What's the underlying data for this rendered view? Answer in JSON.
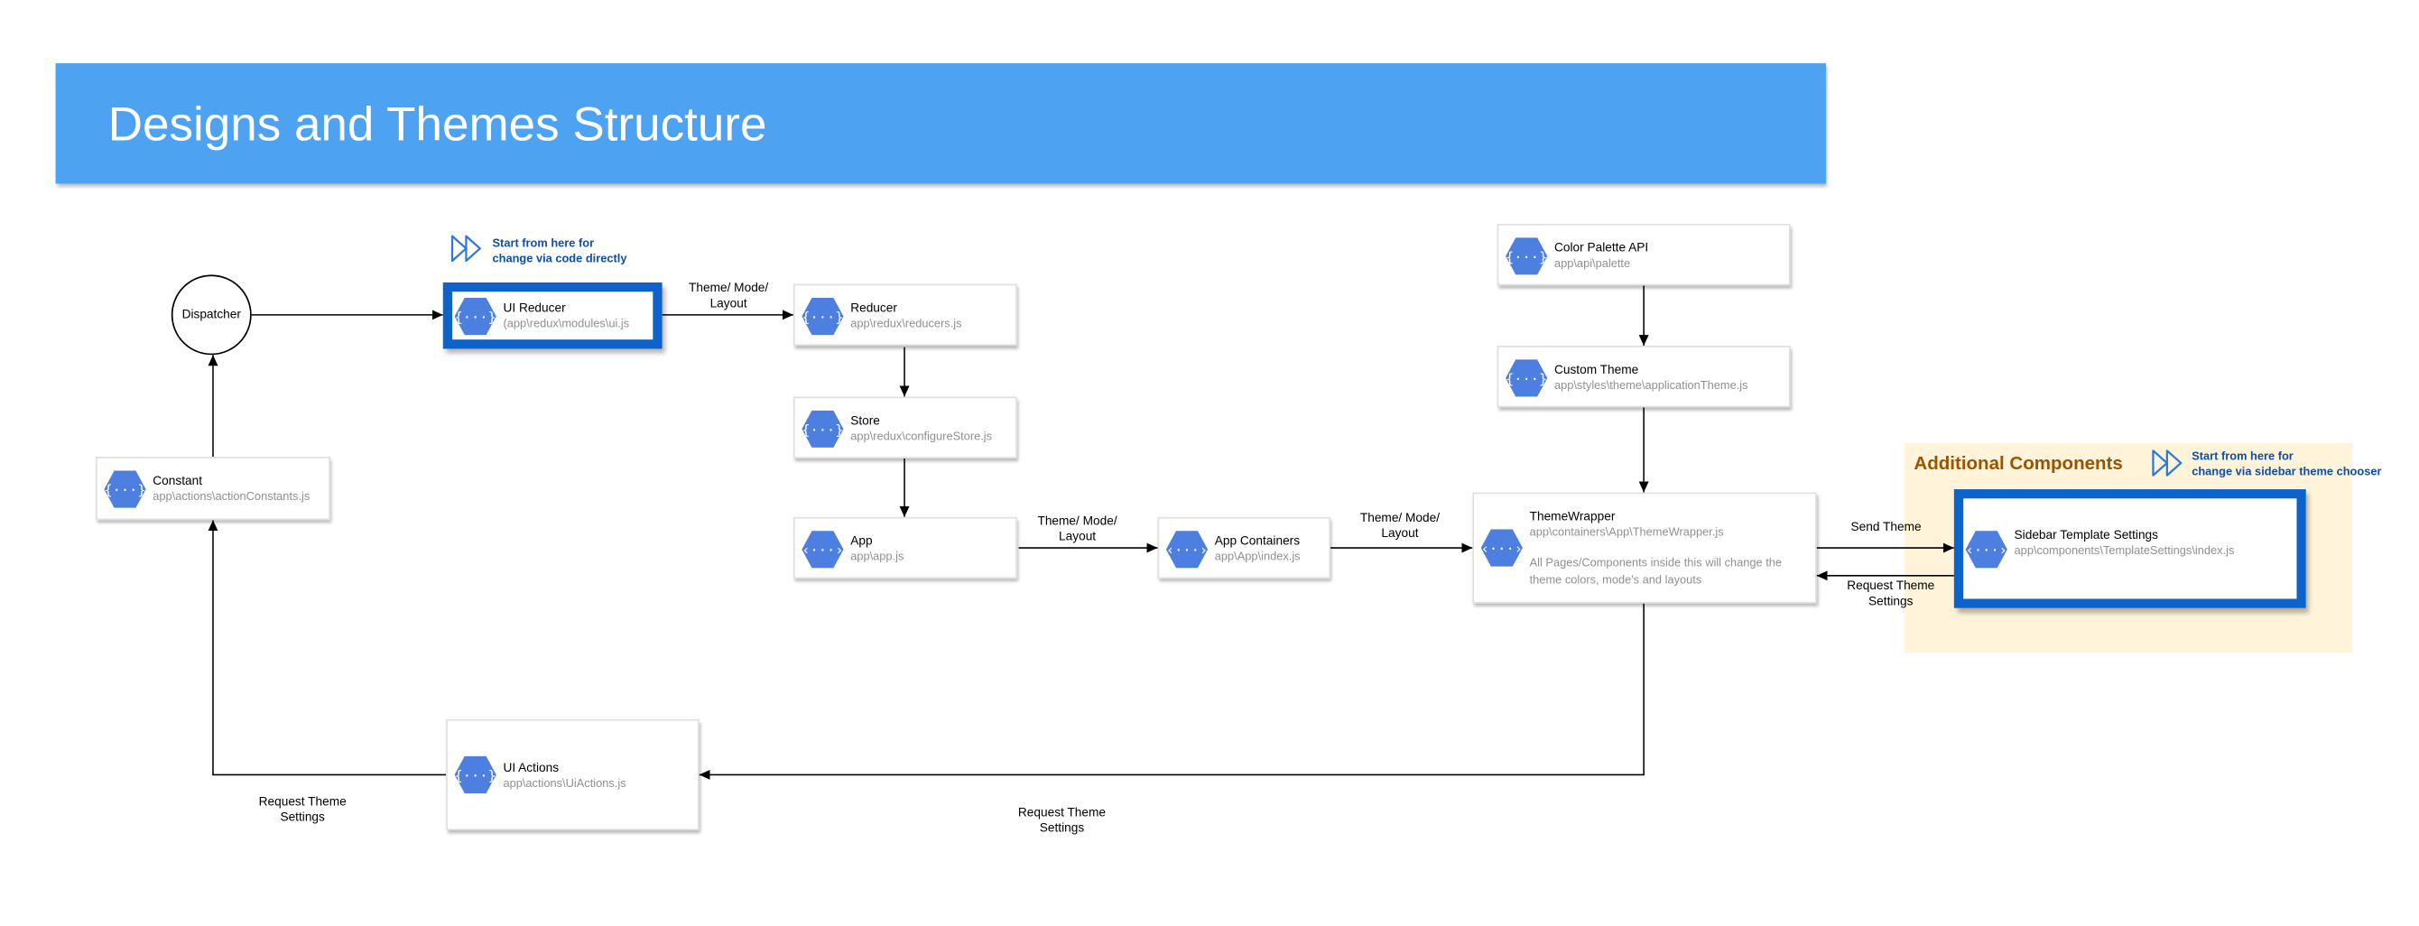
{
  "banner": {
    "title": "Designs and Themes Structure"
  },
  "additional_components": {
    "title": "Additional Components"
  },
  "dispatcher": {
    "label": "Dispatcher"
  },
  "callouts": {
    "code": {
      "line1": "Start from here for",
      "line2": "change via code directly"
    },
    "sidebar": {
      "line1": "Start from here for",
      "line2": "change via sidebar theme chooser"
    }
  },
  "nodes": {
    "ui_reducer": {
      "name": "UI Reducer",
      "path": "(app\\redux\\modules\\ui.js"
    },
    "reducer": {
      "name": "Reducer",
      "path": "app\\redux\\reducers.js"
    },
    "store": {
      "name": "Store",
      "path": "app\\redux\\configureStore.js"
    },
    "app": {
      "name": "App",
      "path": "app\\app.js"
    },
    "app_containers": {
      "name": "App Containers",
      "path": "app\\App\\index.js"
    },
    "constant": {
      "name": "Constant",
      "path": "app\\actions\\actionConstants.js"
    },
    "color_palette": {
      "name": "Color Palette API",
      "path": "app\\api\\palette"
    },
    "custom_theme": {
      "name": "Custom Theme",
      "path": "app\\styles\\theme\\applicationTheme.js"
    },
    "theme_wrapper": {
      "name": "ThemeWrapper",
      "path": "app\\containers\\App\\ThemeWrapper.js",
      "desc": "All Pages/Components inside this will change the theme colors, mode's and layouts"
    },
    "ui_actions": {
      "name": "UI Actions",
      "path": "app\\actions\\UiActions.js"
    },
    "sidebar_settings": {
      "name": "Sidebar Template Settings",
      "path": "app\\components\\TemplateSettings\\index.js"
    }
  },
  "edge_labels": {
    "uireducer_reducer": {
      "line1": "Theme/ Mode/",
      "line2": "Layout"
    },
    "app_containers": {
      "line1": "Theme/ Mode/",
      "line2": "Layout"
    },
    "containers_wrapper": {
      "line1": "Theme/ Mode/",
      "line2": "Layout"
    },
    "send_theme": {
      "line1": "Send Theme"
    },
    "request_sidebar": {
      "line1": "Request Theme",
      "line2": "Settings"
    },
    "request_bottom": {
      "line1": "Request Theme",
      "line2": "Settings"
    },
    "request_left": {
      "line1": "Request Theme",
      "line2": "Settings"
    }
  },
  "colors": {
    "banner": "#4da3f2",
    "highlight_border": "#0d63c9",
    "additional_bg": "#fff4d9",
    "additional_title": "#9a5300",
    "callout_text": "#0d4fa8",
    "hex_icon": "#4d7fe0"
  },
  "icons": {
    "node": "api-hex-icon",
    "callout": "fast-forward-icon"
  }
}
